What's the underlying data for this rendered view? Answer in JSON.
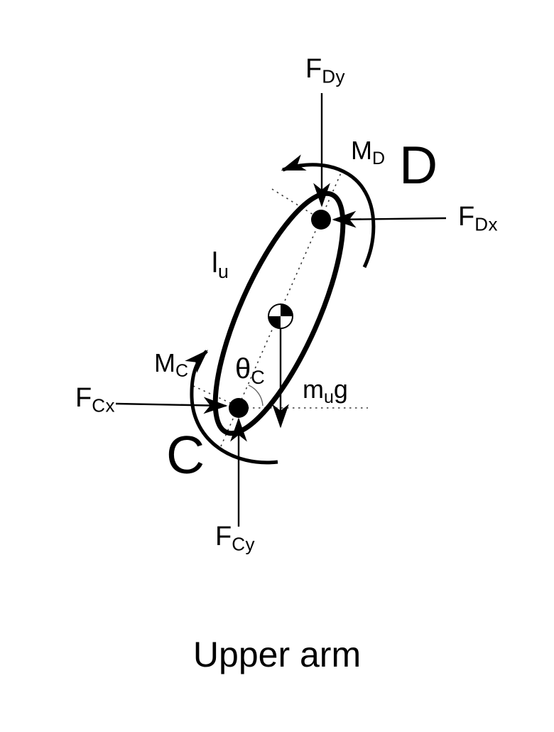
{
  "figure": {
    "caption": "Upper arm",
    "colors": {
      "ink": "#000000",
      "background": "#ffffff",
      "dotted_reference": "#3a3a3a",
      "angle_arc": "#666666"
    },
    "labels": {
      "f_dy": {
        "main": "F",
        "sub": "Dy"
      },
      "m_d": {
        "main": "M",
        "sub": "D"
      },
      "joint_d": "D",
      "f_dx": {
        "main": "F",
        "sub": "Dx"
      },
      "l_u": {
        "main": "l",
        "sub": "u"
      },
      "m_c": {
        "main": "M",
        "sub": "C"
      },
      "theta_c": {
        "main": "θ",
        "sub": "C"
      },
      "weight": {
        "main": "m",
        "sub": "u",
        "tail": "g"
      },
      "f_cx": {
        "main": "F",
        "sub": "Cx"
      },
      "joint_c": "C",
      "f_cy": {
        "main": "F",
        "sub": "Cy"
      }
    }
  }
}
